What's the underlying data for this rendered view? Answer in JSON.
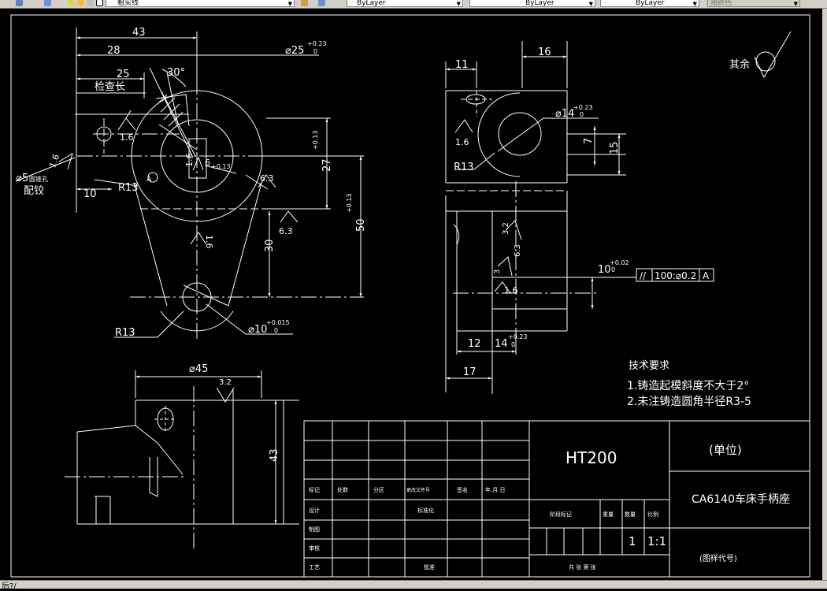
{
  "toolbar": {
    "layer_name": "粗实线",
    "linetype_1": "ByLayer",
    "linetype_2": "ByLayer",
    "lineweight": "ByLayer",
    "color": "随颜色"
  },
  "status": {
    "command_line": "后?/"
  },
  "drawing": {
    "dims": {
      "d43": "43",
      "d28": "28",
      "d25": "25",
      "check_len": "检查长",
      "angle30": "30°",
      "dia25": "⌀25",
      "dia25_tol_up": "+0.23",
      "dia25_tol_lo": "0",
      "r16": "1.6",
      "r16b": "1.6",
      "r16c": "1.6",
      "r16d": "1.6",
      "hole5": "⌀5",
      "hole5_note": "圆锥孔",
      "hole5_pin": "配铰",
      "d10": "10",
      "r13a": "R13",
      "d27": "27",
      "d27_tol": "+0.13\n0",
      "d6": "6",
      "d6_tol": "+0.13",
      "d63a": "6.3",
      "d63b": "6.3",
      "d30": "30",
      "d50": "50",
      "d50_tol": "+0.13",
      "dia10": "⌀10",
      "dia10_tol_up": "+0.015",
      "dia10_tol_lo": "0",
      "datum_a": "A",
      "d11": "11",
      "d16": "16",
      "dia14": "⌀14",
      "dia14_tol_up": "+0.23",
      "dia14_tol_lo": "0",
      "d7": "7",
      "d15": "15",
      "r13b": "R13",
      "r16e": "1.6",
      "d32a": "3.2",
      "d63c": "6.3",
      "d3": "3",
      "d10b": "10",
      "d10b_tol_up": "+0.02",
      "d10b_tol_lo": "0",
      "tol_frame_sym": "//",
      "tol_frame_val": "100:⌀0.2",
      "tol_frame_ref": "A",
      "d12": "12",
      "d14b": "14",
      "d14b_tol_up": "+0.23",
      "d14b_tol_lo": "0",
      "d17": "17",
      "dia45": "⌀45",
      "d32b": "3.2",
      "d43b": "43",
      "rest_label": "其余"
    },
    "tech_req": {
      "title": "技术要求",
      "item1": "1.铸造起模斜度不大于2°",
      "item2": "2.未注铸造圆角半径R3-5"
    },
    "title_block": {
      "material": "HT200",
      "company": "(单位)",
      "part_name": "CA6140车床手柄座",
      "drawing_code": "(图样代号)",
      "scale": "1:1",
      "quantity": "1",
      "row_labels": [
        "标记",
        "处数",
        "分区",
        "更改文件号",
        "签名",
        "年.月.日"
      ],
      "design": "设计",
      "draw": "制图",
      "check": "审核",
      "process": "工艺",
      "standard": "标准化",
      "approve": "批准",
      "stage": "阶段标记",
      "weight": "重量",
      "qty_label": "数量",
      "scale_label": "比例",
      "sheets": "共    张    第    张"
    }
  }
}
